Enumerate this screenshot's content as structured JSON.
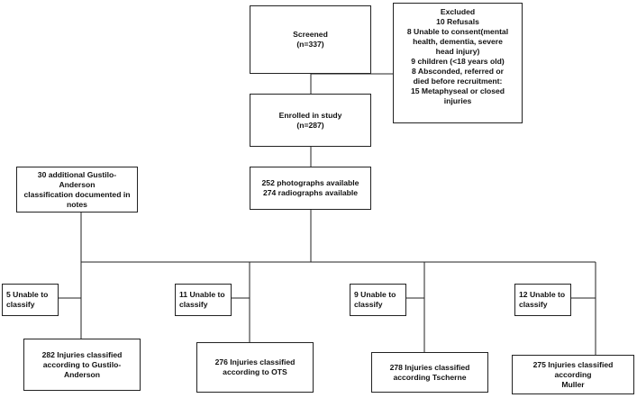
{
  "screened": {
    "line1": "Screened",
    "line2": "(n=337)"
  },
  "excluded": {
    "title": "Excluded",
    "lines": [
      "10 Refusals",
      "8 Unable to consent(mental",
      "health, dementia, severe",
      "head injury)",
      "9 children (<18 years old)",
      "8 Absconded, referred or",
      "died before recruitment:",
      "15 Metaphyseal or closed",
      "injuries"
    ]
  },
  "enrolled": {
    "line1": "Enrolled in study",
    "line2": "(n=287)"
  },
  "additional": {
    "lines": [
      "30 additional Gustilo-Anderson",
      "classification documented in",
      "notes"
    ]
  },
  "available": {
    "lines": [
      "252 photographs available",
      "274 radiographs available"
    ]
  },
  "unable": [
    {
      "lines": [
        "5 Unable to",
        "classify"
      ]
    },
    {
      "lines": [
        "11 Unable to",
        "classify"
      ]
    },
    {
      "lines": [
        "9 Unable to",
        "classify"
      ]
    },
    {
      "lines": [
        "12 Unable to",
        "classify"
      ]
    }
  ],
  "classified": [
    {
      "lines": [
        "282 Injuries classified",
        "according to Gustilo-",
        "Anderson"
      ]
    },
    {
      "lines": [
        "276 Injuries classified",
        "according to OTS"
      ]
    },
    {
      "lines": [
        "278 Injuries classified",
        "according Tscherne"
      ]
    },
    {
      "lines": [
        "275 Injuries classified according",
        "Muller"
      ]
    }
  ]
}
